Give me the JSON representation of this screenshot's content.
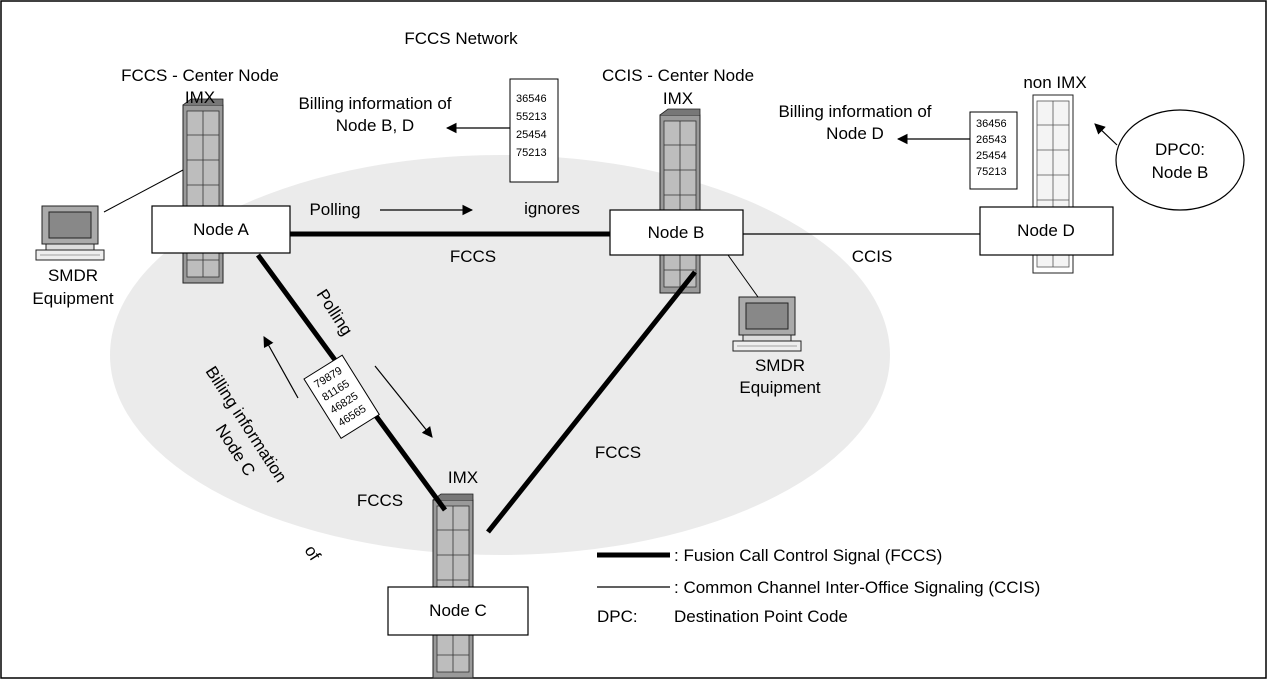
{
  "network_title": "FCCS Network",
  "center_fccs": {
    "line1": "FCCS - Center Node",
    "line2": "IMX"
  },
  "center_ccis": {
    "line1": "CCIS - Center Node",
    "line2": "IMX"
  },
  "non_imx": "non IMX",
  "imx_c": "IMX",
  "billing_bd": {
    "line1": "Billing information of",
    "line2": "Node B, D",
    "numbers": [
      "36546",
      "55213",
      "25454",
      "75213"
    ]
  },
  "billing_d": {
    "line1": "Billing information of",
    "line2": "Node D",
    "numbers": [
      "36456",
      "26543",
      "25454",
      "75213"
    ]
  },
  "billing_c": {
    "line1": "Billing information",
    "line2": "of",
    "line3": "Node C",
    "numbers": [
      "79879",
      "81165",
      "46825",
      "46565"
    ]
  },
  "dpc_bubble": {
    "line1": "DPC0:",
    "line2": "Node B"
  },
  "nodes": {
    "a": "Node A",
    "b": "Node B",
    "c": "Node C",
    "d": "Node D"
  },
  "links": {
    "ab": "FCCS",
    "bd": "CCIS",
    "ac": "FCCS",
    "bc": "FCCS"
  },
  "polling_ab": "Polling",
  "ignores": "ignores",
  "polling_ac": "Polling",
  "smdr_left": {
    "line1": "SMDR",
    "line2": "Equipment"
  },
  "smdr_right": {
    "line1": "SMDR",
    "line2": "Equipment"
  },
  "legend": {
    "fccs": ": Fusion Call Control Signal (FCCS)",
    "ccis": ": Common Channel Inter-Office Signaling (CCIS)",
    "dpc_key": "DPC:",
    "dpc_desc": "Destination Point Code"
  }
}
